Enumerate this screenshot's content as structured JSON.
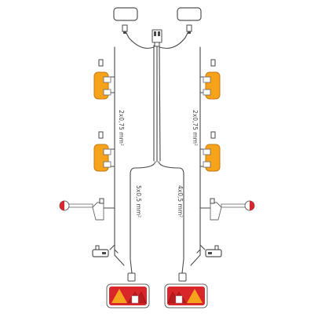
{
  "wire_labels": {
    "left_marker_cable": "2x0,75 mm²",
    "right_marker_cable": "2x0,75 mm²",
    "left_main_cable": "5x0,5 mm²",
    "right_main_cable": "4x0,5 mm²"
  },
  "components": {
    "top_left": "plate-lamp-icon",
    "top_right": "plate-lamp-icon",
    "top_center": "connector-icon",
    "side_markers": "amber-side-marker-icon",
    "outline_markers": "outline-marker-icon",
    "plate_lights": "license-plate-light-icon",
    "rear_lamps": "rear-combination-lamp-icon"
  },
  "colors": {
    "amber": "#f7a21b",
    "red": "#d9262b",
    "yellow": "#f7c21b",
    "white_lens": "#ffffff",
    "wire": "#4a4a4a"
  }
}
